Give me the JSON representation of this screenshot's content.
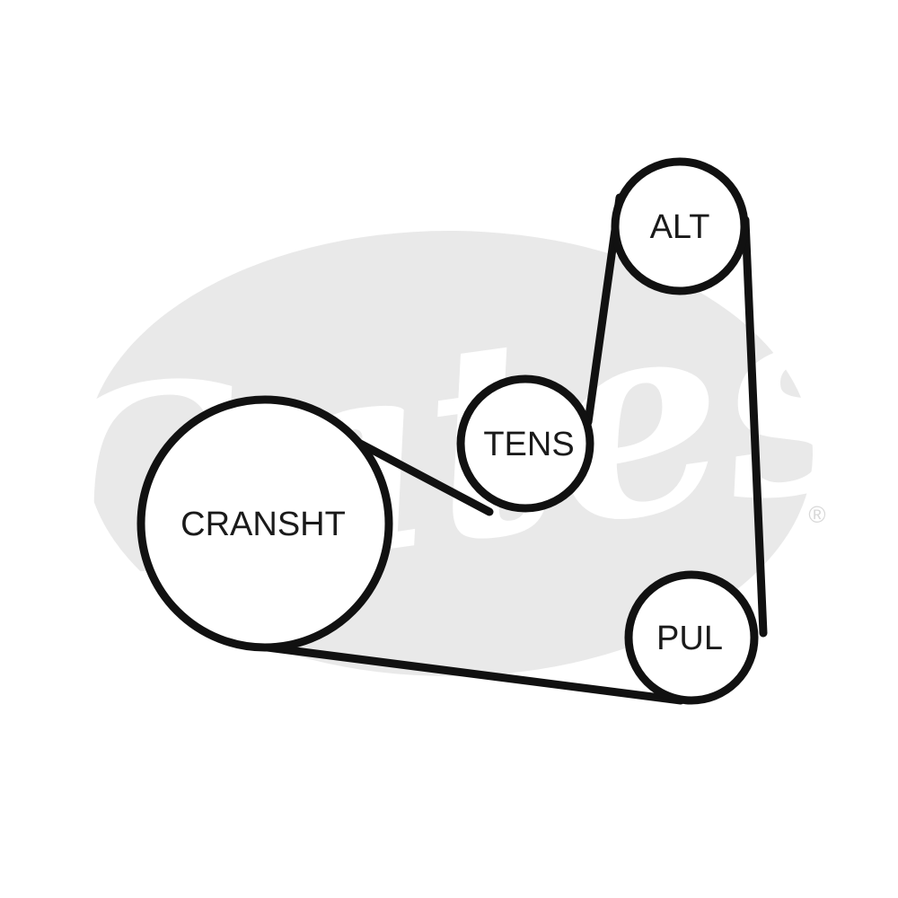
{
  "watermark": {
    "text": "Gates",
    "registered_mark": "®",
    "color": "#e9e9e9",
    "text_color": "#ffffff"
  },
  "belt_color": "#111111",
  "pulleys": {
    "crankshaft": {
      "label": "CRANSHT"
    },
    "tensioner": {
      "label": "TENS"
    },
    "alternator": {
      "label": "ALT"
    },
    "idler": {
      "label": "PUL"
    }
  }
}
